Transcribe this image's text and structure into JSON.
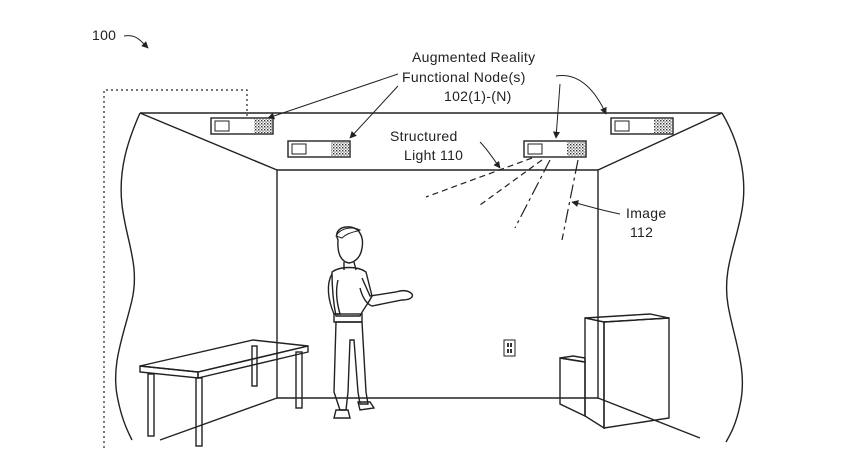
{
  "figure": {
    "ref_number": "100",
    "labels": {
      "nodes_line1": "Augmented Reality",
      "nodes_line2": "Functional Node(s)",
      "nodes_line3": "102(1)-(N)",
      "light_line1": "Structured",
      "light_line2": "Light 110",
      "image_line1": "Image",
      "image_line2": "112"
    }
  }
}
